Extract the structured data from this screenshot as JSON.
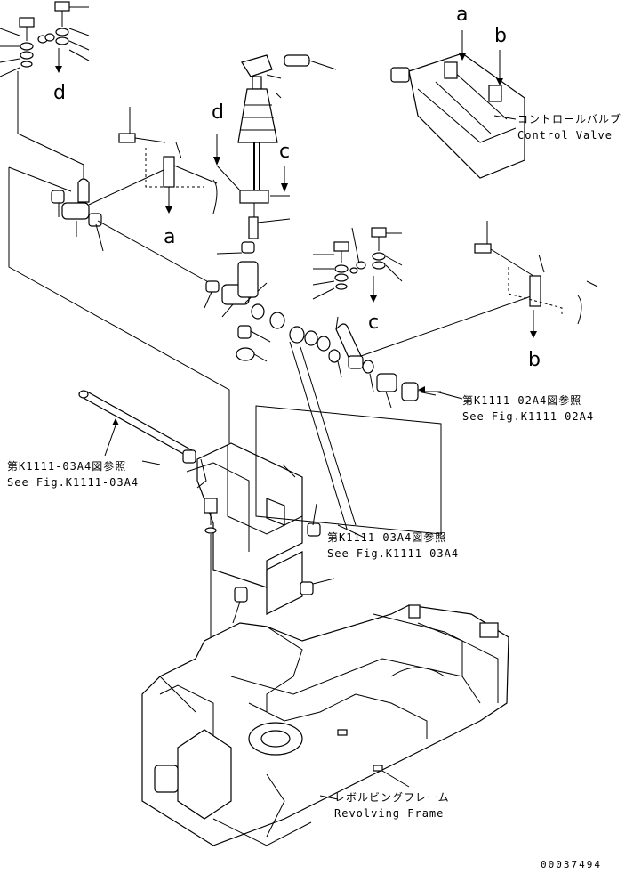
{
  "labels": {
    "control_valve_ja": "コントロールバルブ",
    "control_valve_en": "Control Valve",
    "revolving_frame_ja": "レボルビングフレーム",
    "revolving_frame_en": "Revolving Frame",
    "ref_02A4_ja": "第K1111-02A4図参照",
    "ref_02A4_en": "See Fig.K1111-02A4",
    "ref_03A4_left_ja": "第K1111-03A4図参照",
    "ref_03A4_left_en": "See Fig.K1111-03A4",
    "ref_03A4_center_ja": "第K1111-03A4図参照",
    "ref_03A4_center_en": "See Fig.K1111-03A4",
    "drawing_number": "00037494"
  },
  "markers": {
    "a_valve": "a",
    "b_valve": "b",
    "d_top_left": "d",
    "d_lever": "d",
    "c_lever": "c",
    "a_left": "a",
    "c_right": "c",
    "b_right": "b"
  }
}
